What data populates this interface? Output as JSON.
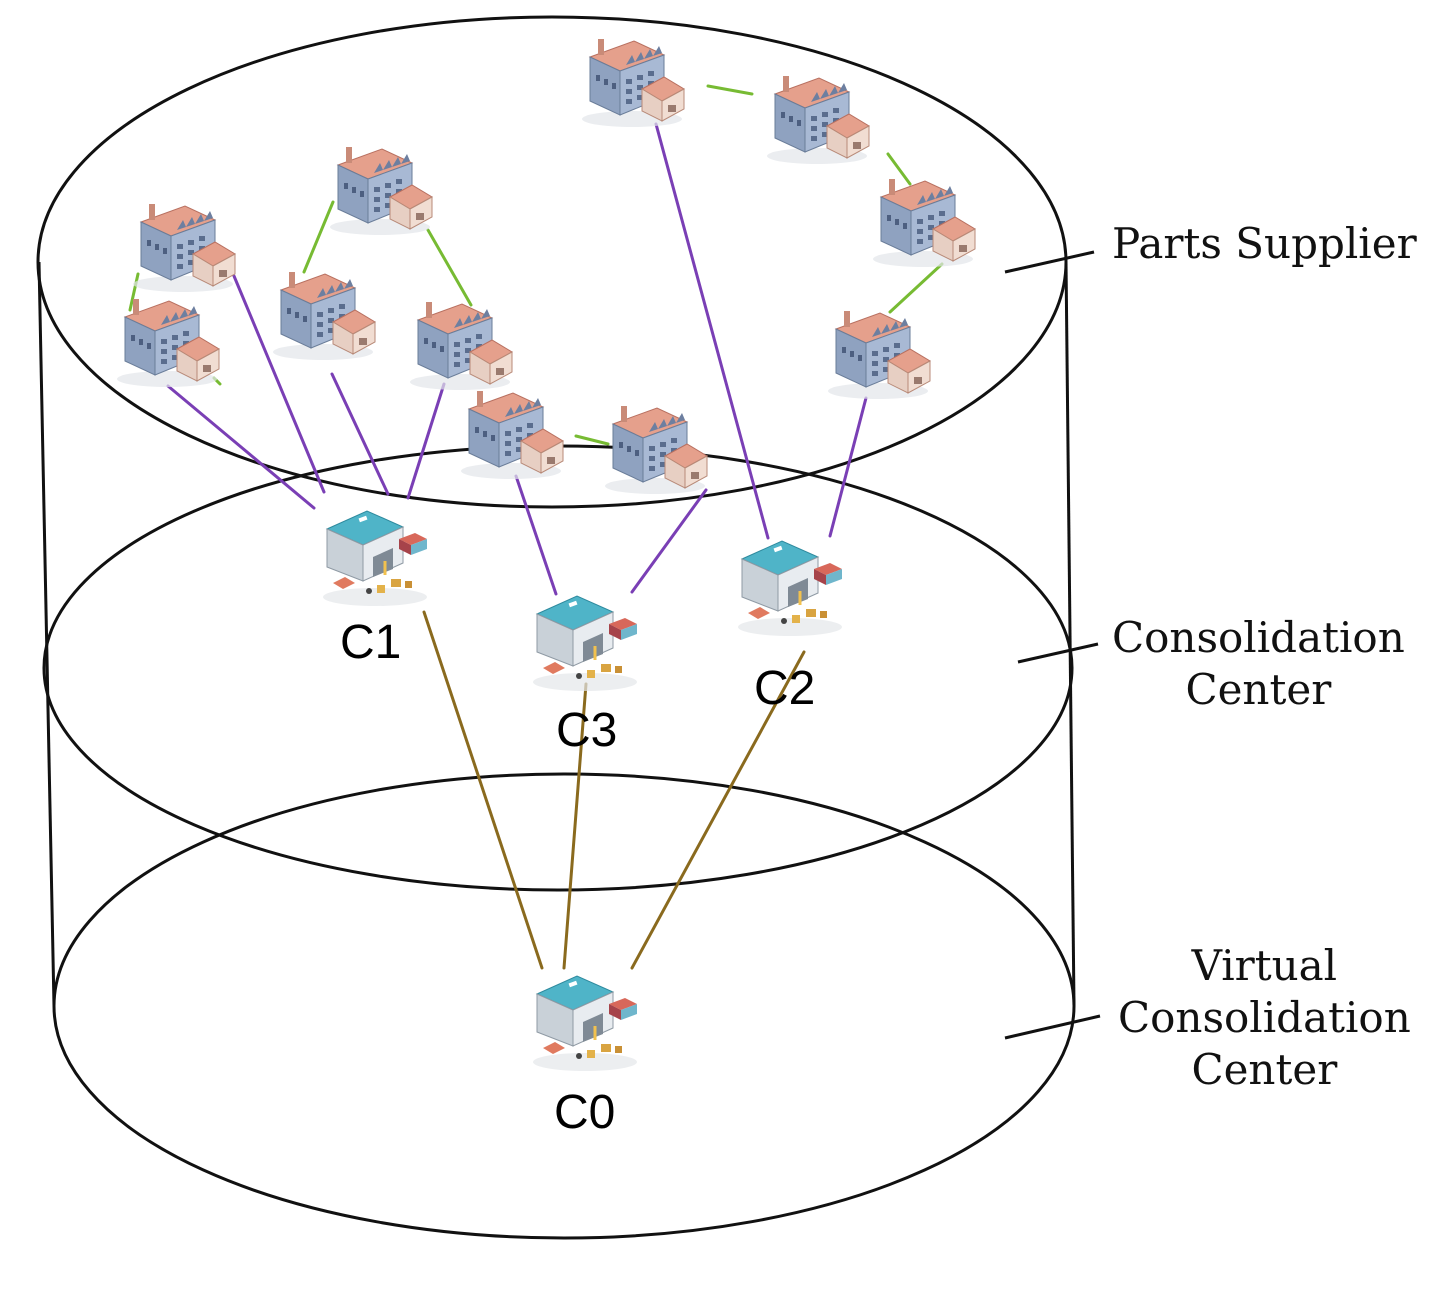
{
  "layers": [
    {
      "id": "parts-supplier",
      "label_lines": [
        "Parts Supplier"
      ]
    },
    {
      "id": "consolidation-center",
      "label_lines": [
        "Consolidation",
        "Center"
      ]
    },
    {
      "id": "virtual-consolidation-center",
      "label_lines": [
        "Virtual",
        "Consolidation",
        "Center"
      ]
    }
  ],
  "consolidation_nodes": [
    {
      "id": "c1",
      "label": "C1",
      "layer": "consolidation-center"
    },
    {
      "id": "c3",
      "label": "C3",
      "layer": "consolidation-center"
    },
    {
      "id": "c2",
      "label": "C2",
      "layer": "consolidation-center"
    },
    {
      "id": "c0",
      "label": "C0",
      "layer": "virtual-consolidation-center"
    }
  ],
  "suppliers": [
    {
      "id": "s1"
    },
    {
      "id": "s2"
    },
    {
      "id": "s3"
    },
    {
      "id": "s4"
    },
    {
      "id": "s5"
    },
    {
      "id": "s6"
    },
    {
      "id": "s7"
    },
    {
      "id": "s8"
    },
    {
      "id": "s9"
    },
    {
      "id": "s10"
    },
    {
      "id": "s11"
    },
    {
      "id": "s12"
    }
  ],
  "supplier_links": [
    [
      "s1",
      "s2"
    ],
    [
      "s3",
      "s4"
    ],
    [
      "s3",
      "s5"
    ],
    [
      "s6",
      "s7"
    ],
    [
      "s8",
      "s9"
    ],
    [
      "s9",
      "s10"
    ],
    [
      "s10",
      "s11"
    ]
  ],
  "supplier_to_center_links": [
    [
      "s1",
      "c1"
    ],
    [
      "s2",
      "c1"
    ],
    [
      "s4",
      "c1"
    ],
    [
      "s5",
      "c1"
    ],
    [
      "s6",
      "c3"
    ],
    [
      "s7",
      "c3"
    ],
    [
      "s8",
      "c2"
    ],
    [
      "s11",
      "c2"
    ]
  ],
  "center_to_virtual_links": [
    [
      "c1",
      "c0"
    ],
    [
      "c3",
      "c0"
    ],
    [
      "c2",
      "c0"
    ]
  ],
  "colors": {
    "outline": "#111111",
    "supplier_link": "#77bb33",
    "supplier_to_center": "#7a3fb5",
    "center_to_virtual": "#8a6a1e",
    "factory_roof": "#e5a08c",
    "factory_wall": "#a8b9d4",
    "warehouse_roof": "#4fb4c8",
    "warehouse_wall": "#e8ecf0"
  },
  "icons": {
    "supplier": "factory-icon",
    "center": "warehouse-icon"
  }
}
